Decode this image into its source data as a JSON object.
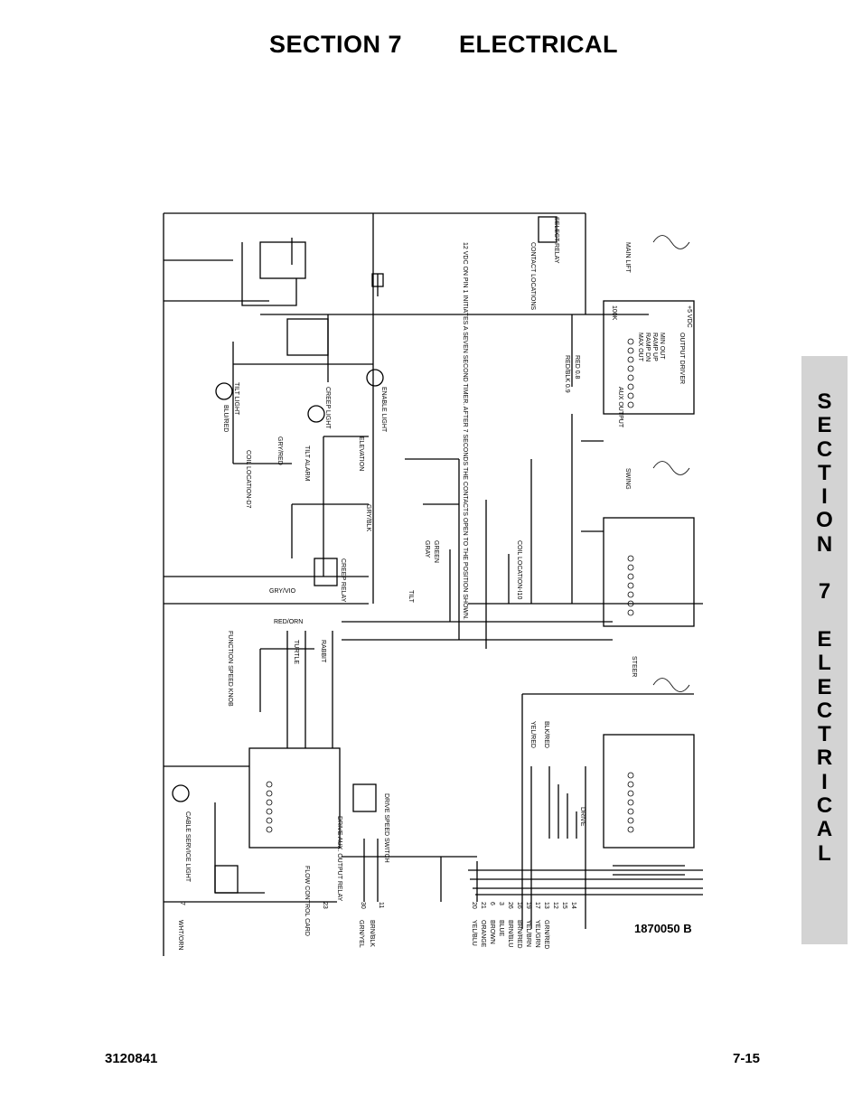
{
  "header": {
    "section": "SECTION 7",
    "title": "ELECTRICAL"
  },
  "side_tab": {
    "letters": [
      "S",
      "E",
      "C",
      "T",
      "I",
      "O",
      "N",
      "",
      "7",
      "",
      "E",
      "L",
      "E",
      "C",
      "T",
      "R",
      "I",
      "C",
      "A",
      "L"
    ]
  },
  "schematic": {
    "drawing_number": "1870050 B",
    "block_labels": [
      "MAIN LIFT",
      "SWING",
      "STEER",
      "DRIVE",
      "SELECT RELAY",
      "CONTACT LOCATIONS",
      "CREEP LIGHT",
      "TILT LIGHT",
      "TILT ALARM",
      "ENABLE LIGHT",
      "ELEVATION",
      "TILT",
      "CREEP RELAY",
      "FUNCTION SPEED KNOB",
      "TURTLE",
      "RABBIT",
      "FLOW CONTROL CARD",
      "DRIVE AUX. OUTPUT RELAY",
      "CABLE SERVICE LIGHT",
      "DRIVE SPEED SWITCH",
      "COIL LOCATION-D7",
      "COIL LOCATION-I10"
    ],
    "wire_labels": [
      "GRY/RED",
      "BLU/RED",
      "GRY/BLK",
      "GRY/VIO",
      "RED/ORN",
      "GREEN",
      "GRAY",
      "YEL/RED",
      "BLK/RED",
      "RED 0.8",
      "RED/BLK 0.9",
      "WHT/ORN",
      "GRN/YEL",
      "BRN/BLK",
      "YEL/BLU",
      "ORANGE",
      "BROWN",
      "BLUE",
      "BRN/BLU",
      "BRN/RED",
      "YEL/BRN",
      "YEL/GRN",
      "GRN/RED"
    ],
    "terminal_numbers": [
      "7",
      "23",
      "30",
      "11",
      "20",
      "21",
      "6",
      "3",
      "26",
      "16",
      "19",
      "17",
      "13",
      "12",
      "15",
      "14"
    ],
    "card_labels": [
      "RAMP UP",
      "RAMP DN",
      "MAX OUT",
      "MIN OUT",
      "OUTPUT DRIVER",
      "AUX OUTPUT",
      "+5 VDC",
      "100K"
    ],
    "timer_note": "12 VDC ON PIN 1 INITIATES A SEVEN SECOND TIMER. AFTER 7 SECONDS THE CONTACTS OPEN TO THE POSITION SHOWN."
  },
  "footer": {
    "doc_number": "3120841",
    "page_number": "7-15"
  }
}
